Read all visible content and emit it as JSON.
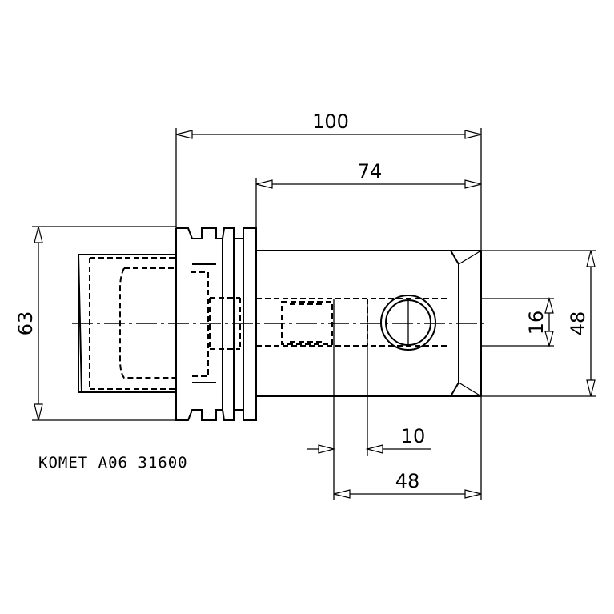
{
  "dimensions": {
    "overall_length": "100",
    "shank_length": "74",
    "diameter_flange": "63",
    "diameter_shank": "48",
    "bore": "16",
    "hole_offset": "10",
    "hole_position": "48"
  },
  "part_label": "KOMET A06 31600"
}
